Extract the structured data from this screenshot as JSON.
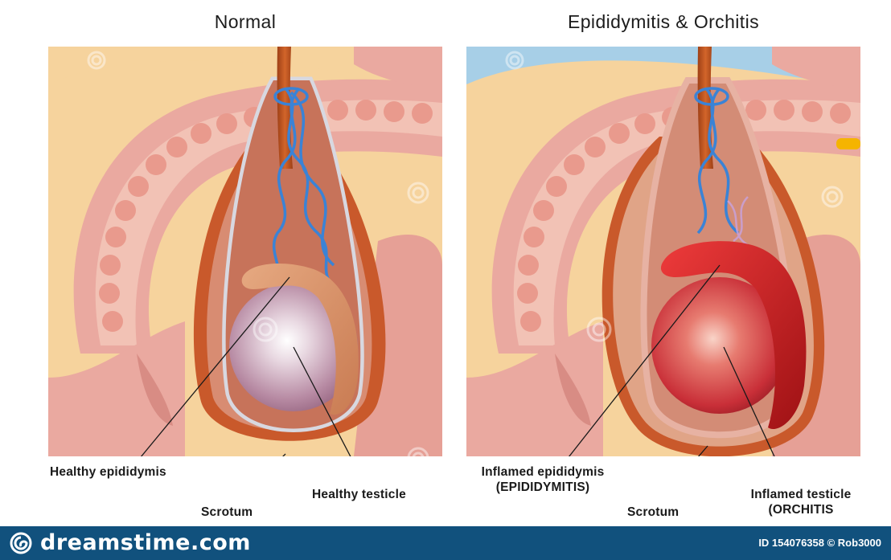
{
  "titles": {
    "left": "Normal",
    "right": "Epididymitis & Orchitis"
  },
  "labels": {
    "left": {
      "epididymis": "Healthy epididymis",
      "scrotum": "Scrotum",
      "testicle": "Healthy testicle"
    },
    "right": {
      "epididymis_line1": "Inflamed epididymis",
      "epididymis_line2": "(EPIDIDYMITIS)",
      "scrotum": "Scrotum",
      "testicle_line1": "Inflamed testicle",
      "testicle_line2": "(ORCHITIS"
    }
  },
  "footer": {
    "brand": "dreamstime.com",
    "image_id": "ID 154076358 © Rob3000"
  },
  "colors": {
    "footer_bg": "#11517d",
    "background_blue": "#a7cfe7",
    "fat_yellow": "#f6d39d",
    "tissue_pink": "#eaa9a0",
    "scrotum_orange": "#c9592b",
    "tunica_silver": "#d8d8e0",
    "healthy_testicle": "#c9a1b4",
    "inflamed_testicle": "#d8464d",
    "vessels_blue": "#3a83d6"
  }
}
